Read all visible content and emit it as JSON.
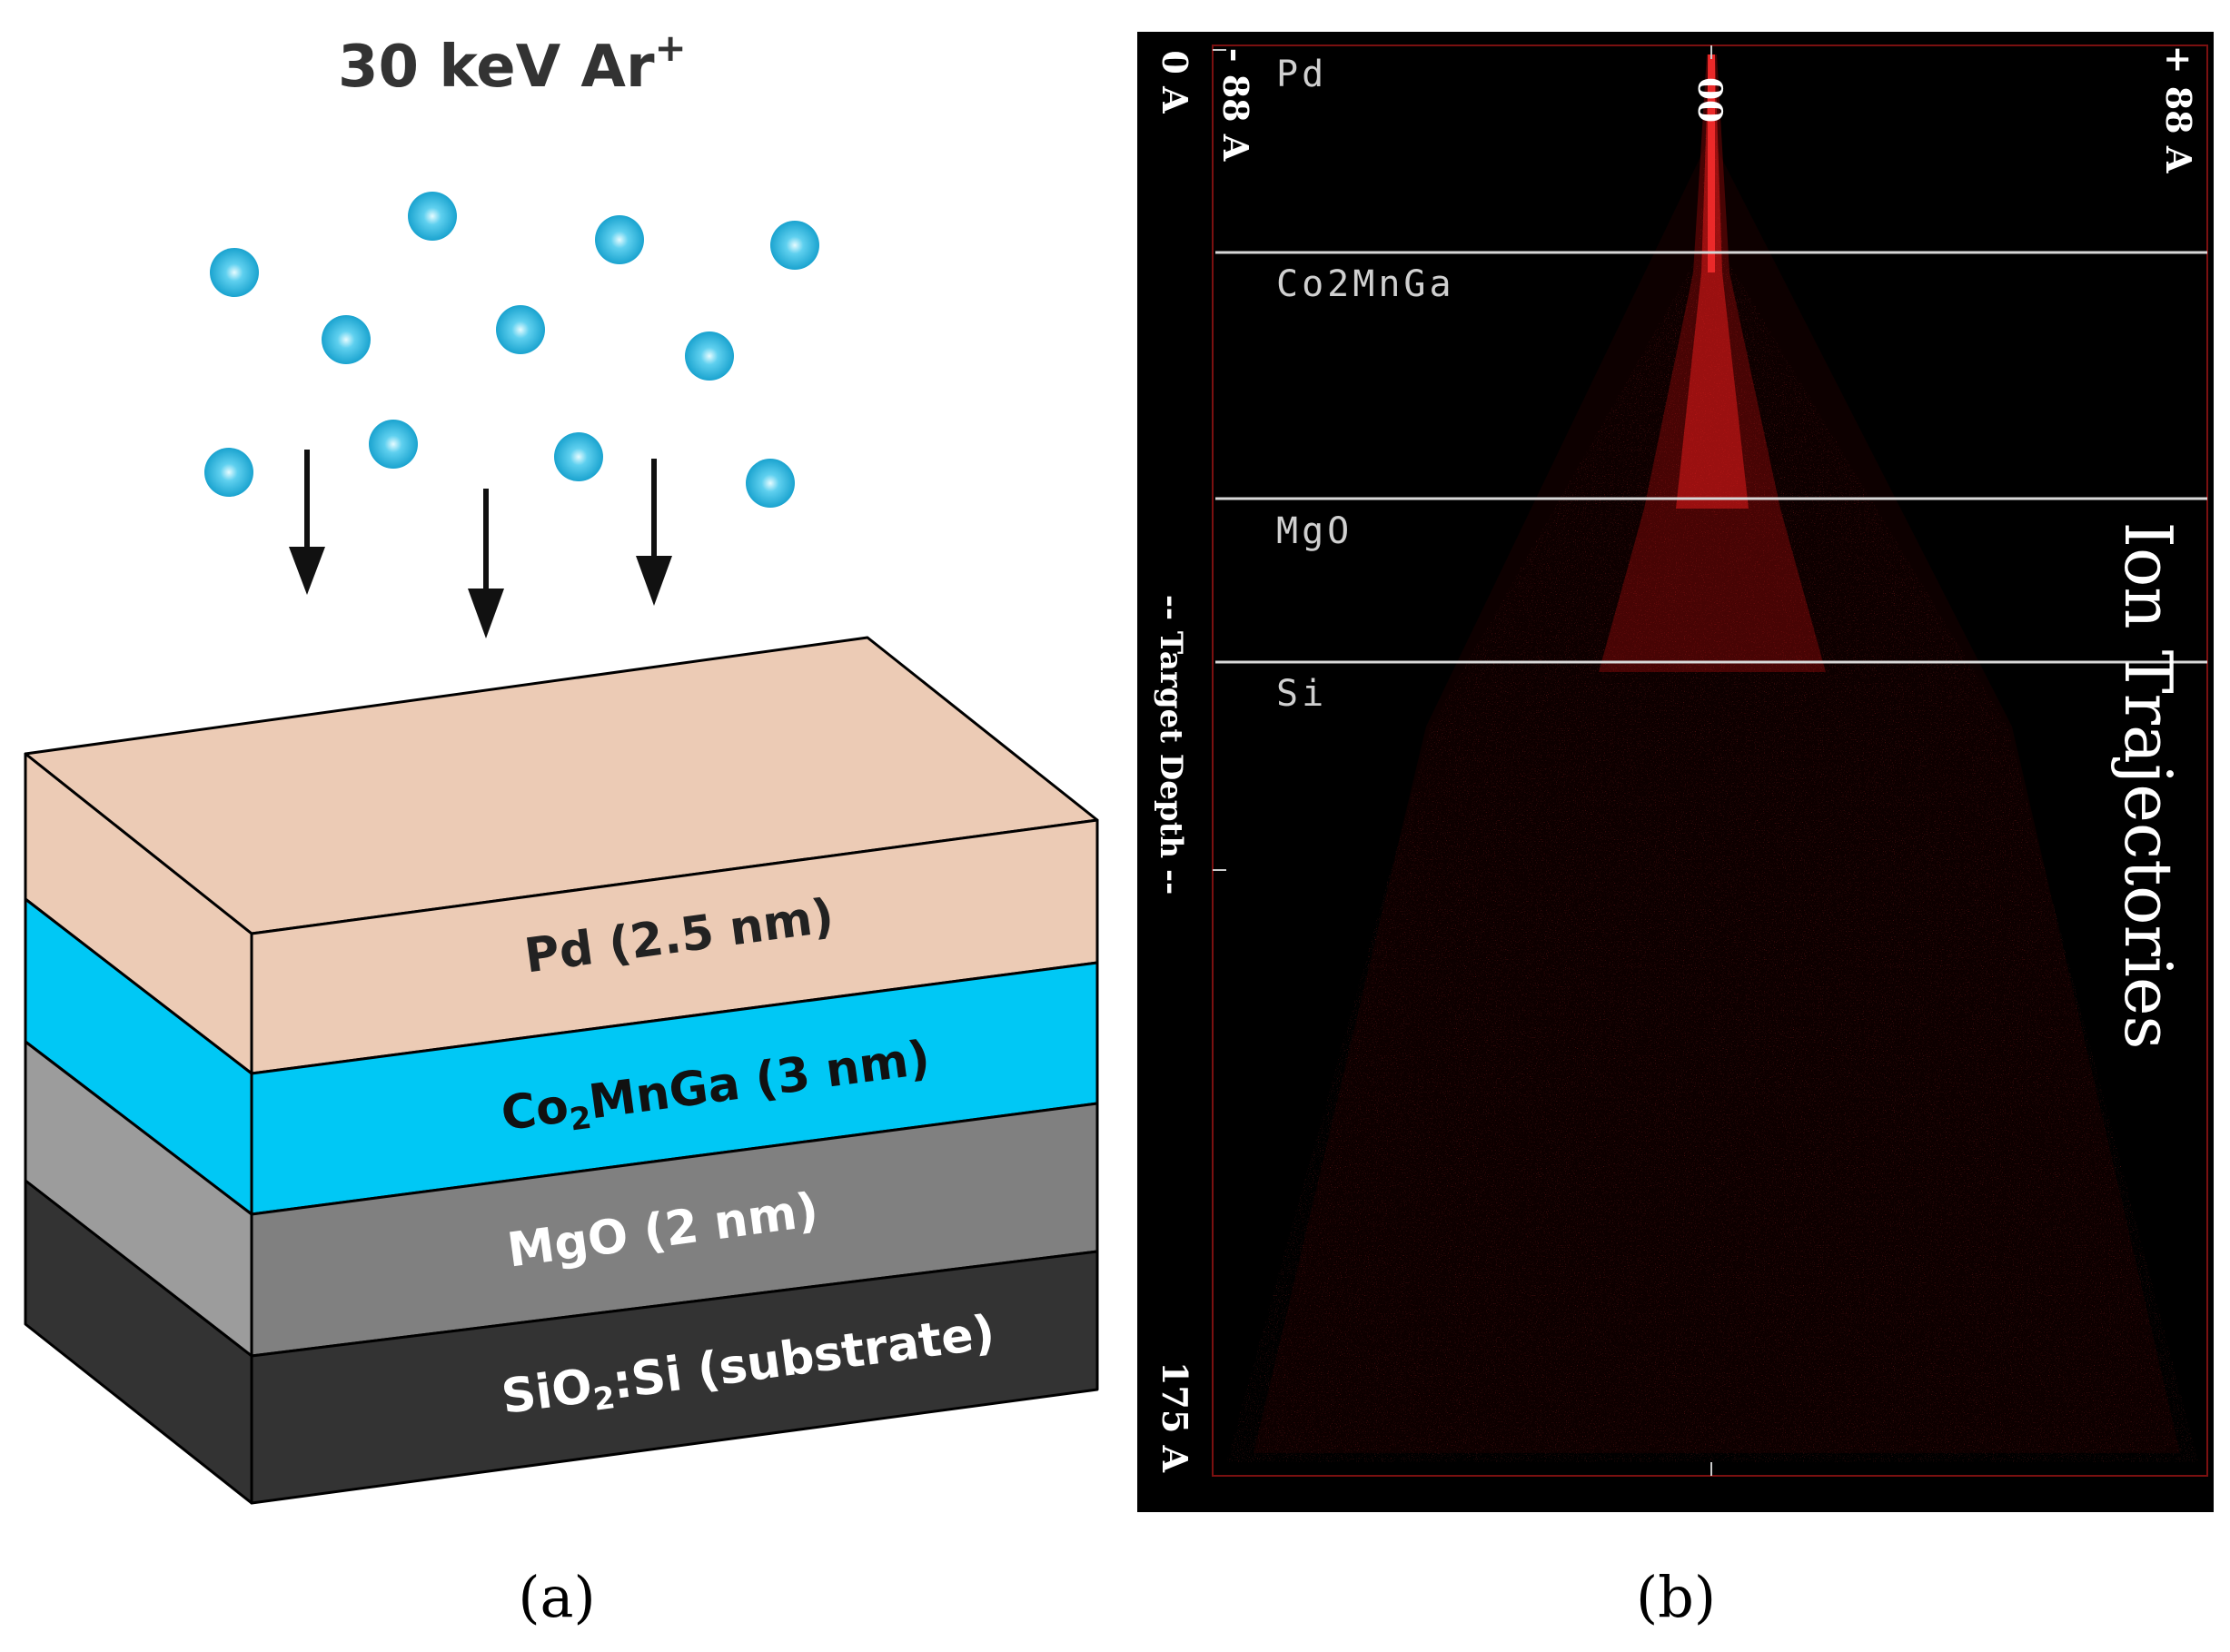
{
  "panel_a": {
    "beam_label": "30 keV  Ar",
    "beam_superscript": "+",
    "layers": [
      {
        "name": "Pd",
        "label": "Pd (2.5 nm)",
        "color": "#eccbb5",
        "side_color": "#eccbb5",
        "text_color": "#222222"
      },
      {
        "name": "Co2MnGa",
        "label_main": "Co",
        "label_sub": "2",
        "label_rest": "MnGa (3 nm)",
        "color": "#00c8f5",
        "side_color": "#00c8f5",
        "text_color": "#111111"
      },
      {
        "name": "MgO",
        "label": "MgO (2 nm)",
        "color": "#808080",
        "side_color": "#9c9c9c",
        "text_color": "#ffffff"
      },
      {
        "name": "SiO2:Si",
        "label_main": "SiO",
        "label_sub": "2",
        "label_rest": ":Si (substrate)",
        "color": "#333333",
        "side_color": "#333333",
        "text_color": "#ffffff"
      }
    ],
    "ion_color": "#21a9d4",
    "caption": "(a)"
  },
  "panel_b": {
    "title": "Ion Trajectories",
    "depth_top": "0 A",
    "depth_bottom": "175 A",
    "depth_axis_label": "-- Target Depth --",
    "lateral_left": "- 88 A",
    "lateral_right": "+ 88 A",
    "lateral_center": "00",
    "layer_labels": [
      "Pd",
      "Co2MnGa",
      "MgO",
      "Si"
    ],
    "background_color": "#000000",
    "trajectory_color": "#e01010",
    "caption": "(b)"
  }
}
